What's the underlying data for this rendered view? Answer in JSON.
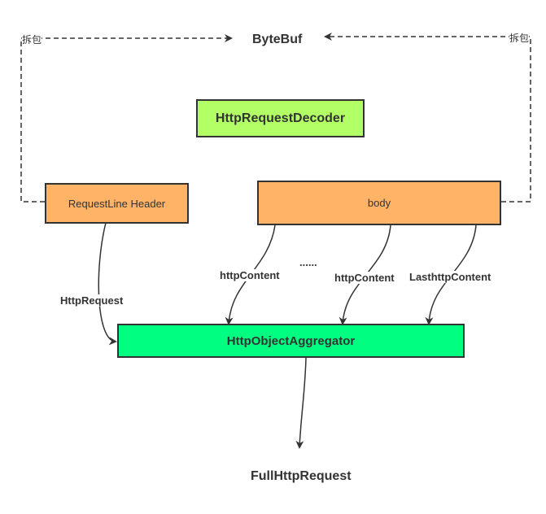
{
  "nodes": {
    "bytebuf": "ByteBuf",
    "decoder": "HttpRequestDecoder",
    "requestline": "RequestLine Header",
    "body": "body",
    "aggregator": "HttpObjectAggregator",
    "full_request": "FullHttpRequest"
  },
  "edge_labels": {
    "unpack_left": "拆包",
    "unpack_right": "拆包",
    "http_request": "HttpRequest",
    "http_content_1": "httpContent",
    "ellipsis": "......",
    "http_content_2": "httpContent",
    "last_http_content": "LasthttpContent"
  },
  "colors": {
    "decoder_fill": "#b3ff66",
    "header_fill": "#ffb366",
    "aggregator_fill": "#00ff80",
    "stroke": "#333333"
  }
}
